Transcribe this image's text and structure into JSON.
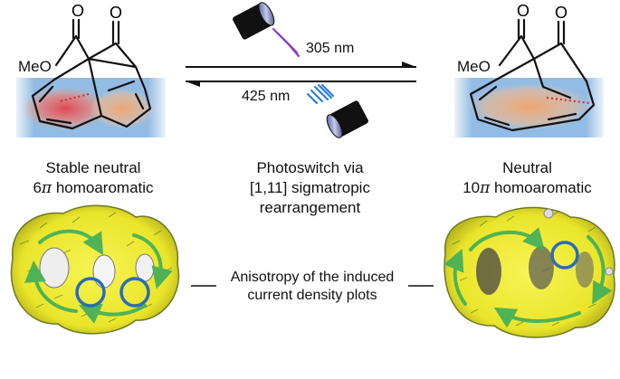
{
  "left_molecule": {
    "substituent": "MeO",
    "caption_line1": "Stable neutral",
    "caption_line2_prefix": "6",
    "caption_line2_pi": "π",
    "caption_line2_suffix": " homoaromatic"
  },
  "right_molecule": {
    "substituent": "MeO",
    "caption_line1": "Neutral",
    "caption_line2_prefix": "10",
    "caption_line2_pi": "π",
    "caption_line2_suffix": " homoaromatic"
  },
  "forward": {
    "wavelength": "305 nm",
    "color": "#8a3fc4"
  },
  "reverse": {
    "wavelength": "425 nm",
    "color": "#2b7fd6"
  },
  "center": {
    "line1": "Photoswitch via",
    "line2": "[1,11] sigmatropic rearrangement"
  },
  "bottom_caption": {
    "line1": "Anisotropy of the induced",
    "line2": "current density plots"
  },
  "colors": {
    "band_blue": "#7fb0df",
    "glow_red": "#e4404a",
    "glow_orange": "#f4a46a",
    "surface_yellow": "#f2ef2f",
    "current_green": "#3fae5a",
    "ring_blue": "#2a6db5"
  }
}
